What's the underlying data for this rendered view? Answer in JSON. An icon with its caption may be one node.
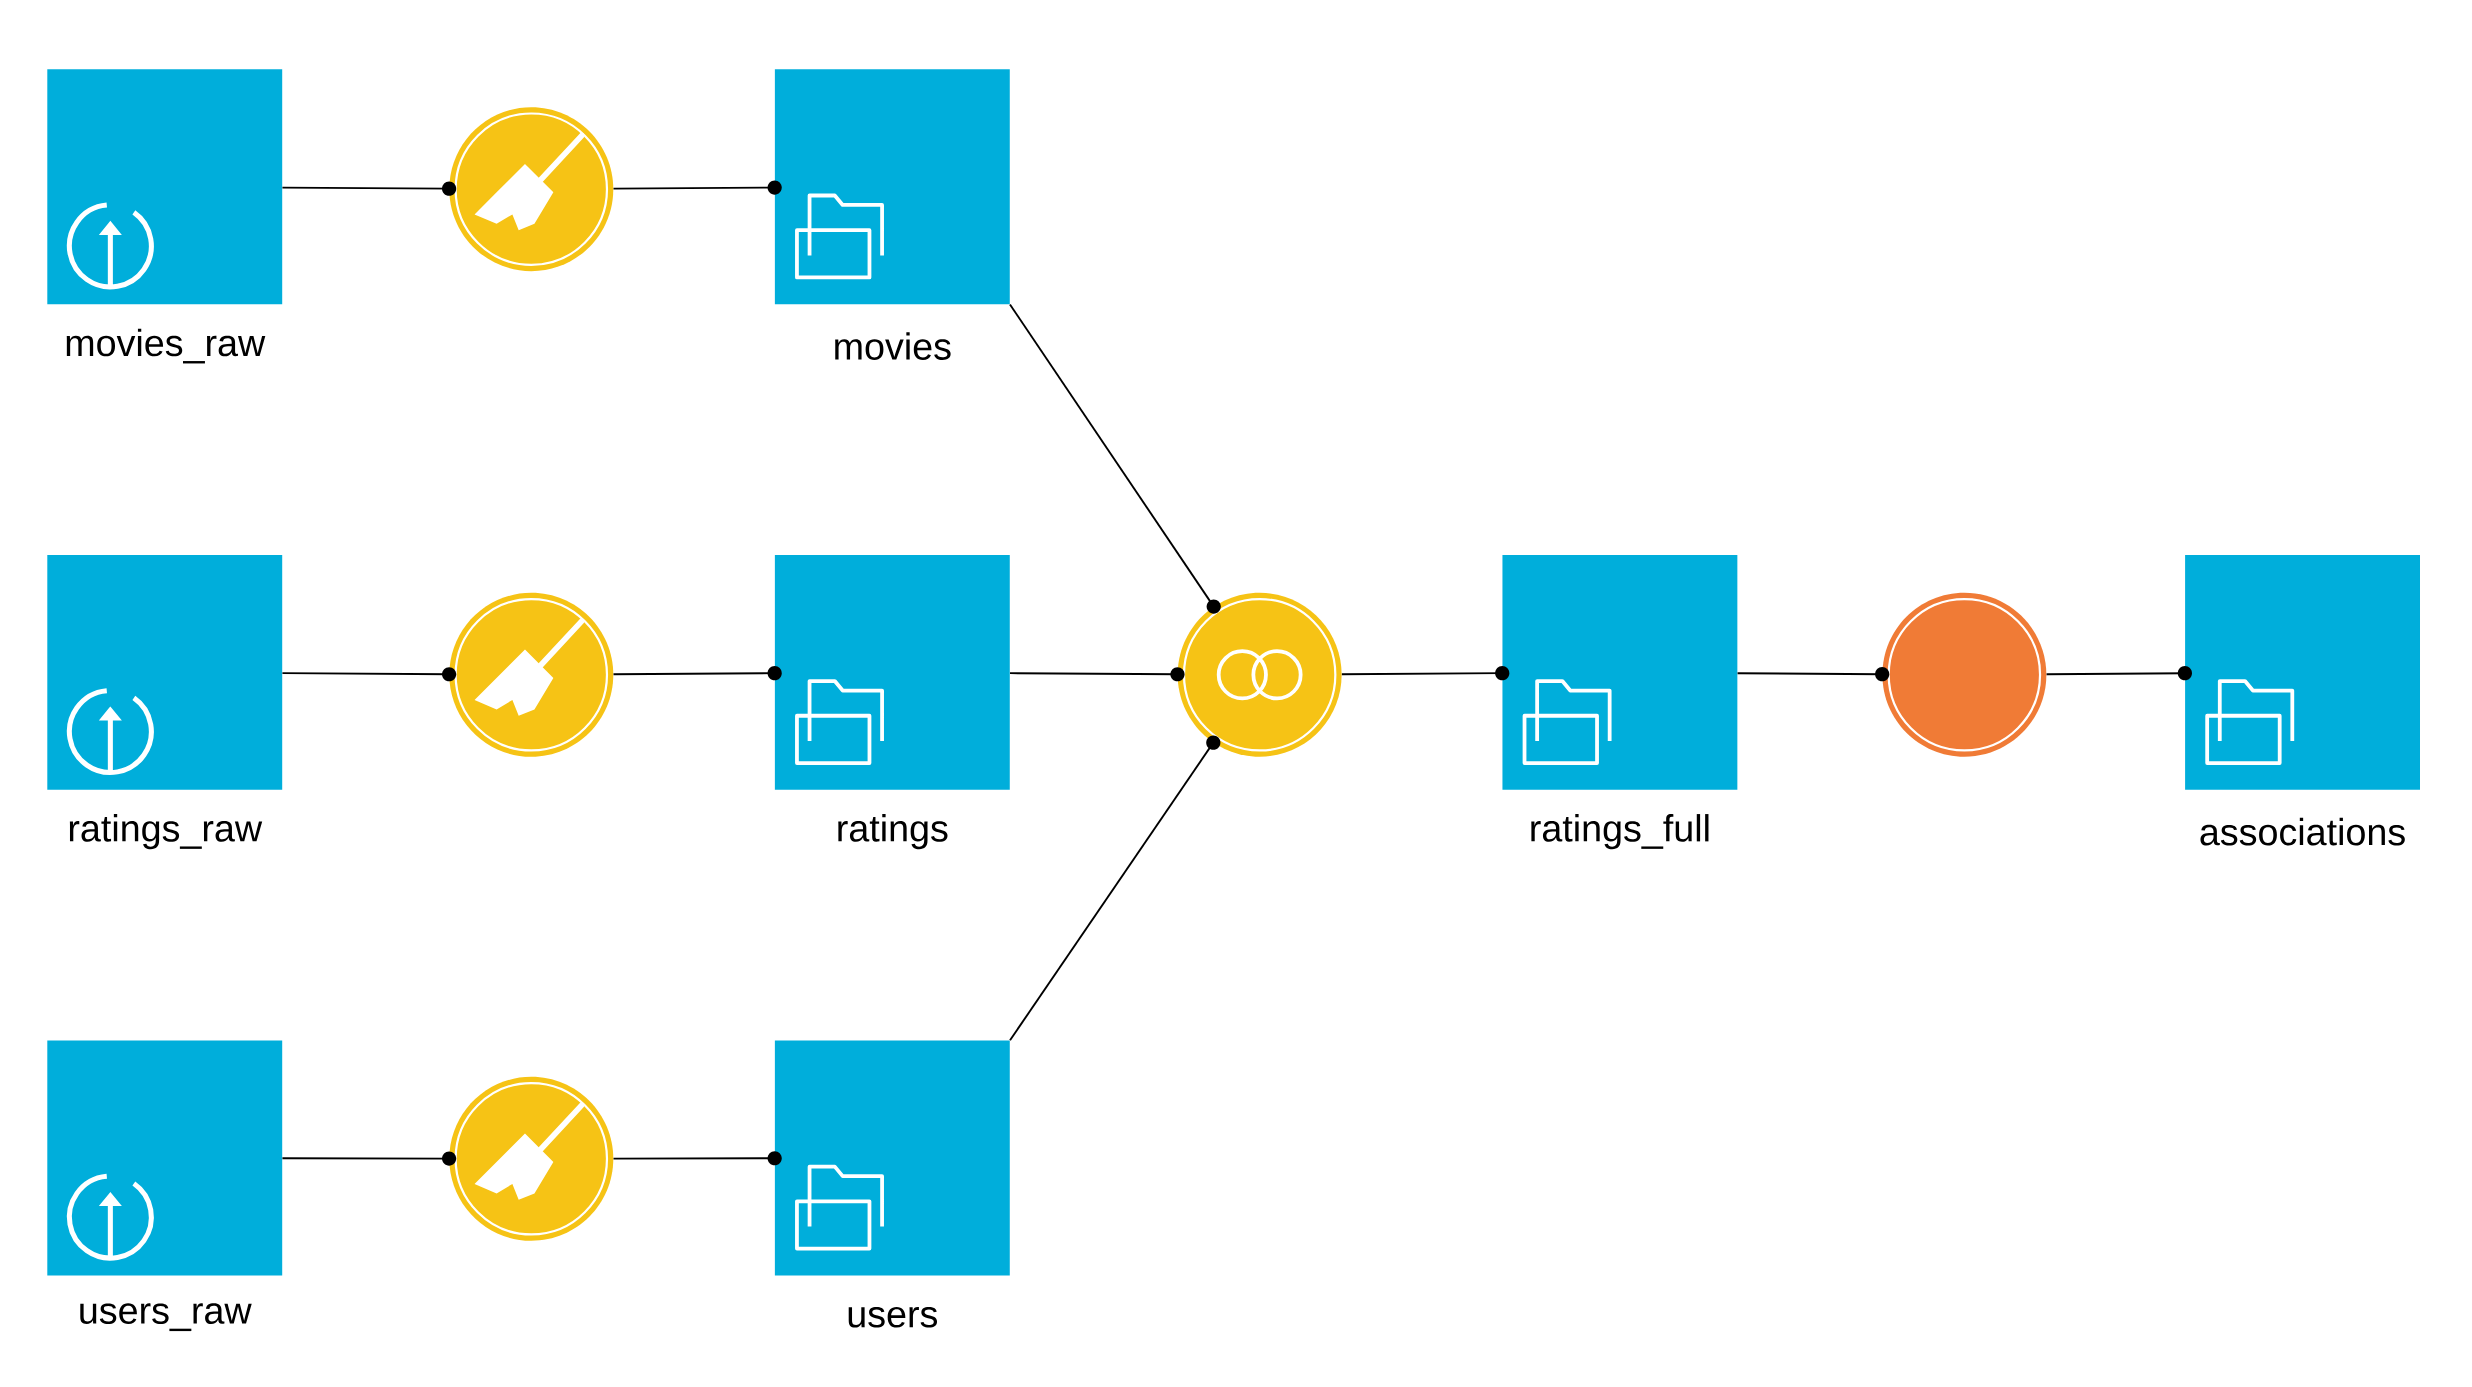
{
  "diagram": {
    "nodes": [
      {
        "text": [
          "movies_raw"
        ]
      },
      {
        "text": [],
        "shape": "circle"
      },
      {
        "text": [
          "movies"
        ]
      },
      {
        "text": [
          "ratings_raw"
        ]
      },
      {
        "text": [],
        "shape": "circle"
      },
      {
        "text": [
          "ratings"
        ]
      },
      {
        "text": [
          "users_raw"
        ]
      },
      {
        "text": [],
        "shape": "circle"
      },
      {
        "text": [
          "users"
        ]
      },
      {
        "text": [],
        "shape": "circle"
      },
      {
        "text": [
          "ratings_full"
        ]
      },
      {
        "text": [],
        "shape": "circle"
      },
      {
        "text": [
          "associations"
        ]
      }
    ],
    "edges": [
      {
        "from": 0,
        "to": 1,
        "arrow": "other"
      },
      {
        "from": 1,
        "to": 2,
        "arrow": "other"
      },
      {
        "from": 3,
        "to": 4,
        "arrow": "other"
      },
      {
        "from": 4,
        "to": 5,
        "arrow": "other"
      },
      {
        "from": 6,
        "to": 7,
        "arrow": "other"
      },
      {
        "from": 7,
        "to": 8,
        "arrow": "other"
      },
      {
        "from": 2,
        "to": 9,
        "arrow": "other"
      },
      {
        "from": 5,
        "to": 9,
        "arrow": "other"
      },
      {
        "from": 8,
        "to": 9,
        "arrow": "other"
      },
      {
        "from": 9,
        "to": 10,
        "arrow": "other"
      },
      {
        "from": 10,
        "to": 11,
        "arrow": "other"
      },
      {
        "from": 11,
        "to": 12,
        "arrow": "other"
      }
    ]
  }
}
